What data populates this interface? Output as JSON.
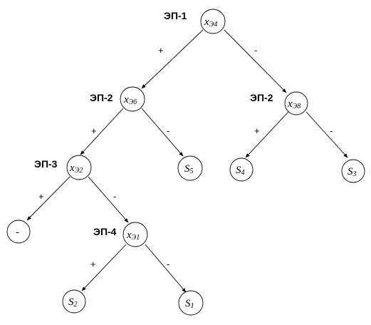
{
  "nodes": {
    "root": {
      "main": "x",
      "sub": "Э4"
    },
    "n_l": {
      "main": "x",
      "sub": "Э6"
    },
    "n_r": {
      "main": "x",
      "sub": "Э8"
    },
    "n_ll": {
      "main": "x",
      "sub": "Э2"
    },
    "s5": {
      "main": "S",
      "sub": "5"
    },
    "s4": {
      "main": "S",
      "sub": "4"
    },
    "s3": {
      "main": "S",
      "sub": "3"
    },
    "dash": {
      "main": "-"
    },
    "n_llr": {
      "main": "x",
      "sub": "Э1"
    },
    "s2": {
      "main": "S",
      "sub": "2"
    },
    "s1": {
      "main": "S",
      "sub": "1"
    }
  },
  "stage_labels": {
    "root": "ЭП-1",
    "n_l": "ЭП-2",
    "n_r": "ЭП-2",
    "n_ll": "ЭП-3",
    "n_llr": "ЭП-4"
  },
  "edges": {
    "root_l": "+",
    "root_r": "-",
    "l_l": "+",
    "l_r": "-",
    "r_l": "+",
    "r_r": "-",
    "ll_l": "+",
    "ll_r": "-",
    "llr_l": "+",
    "llr_r": "-"
  }
}
